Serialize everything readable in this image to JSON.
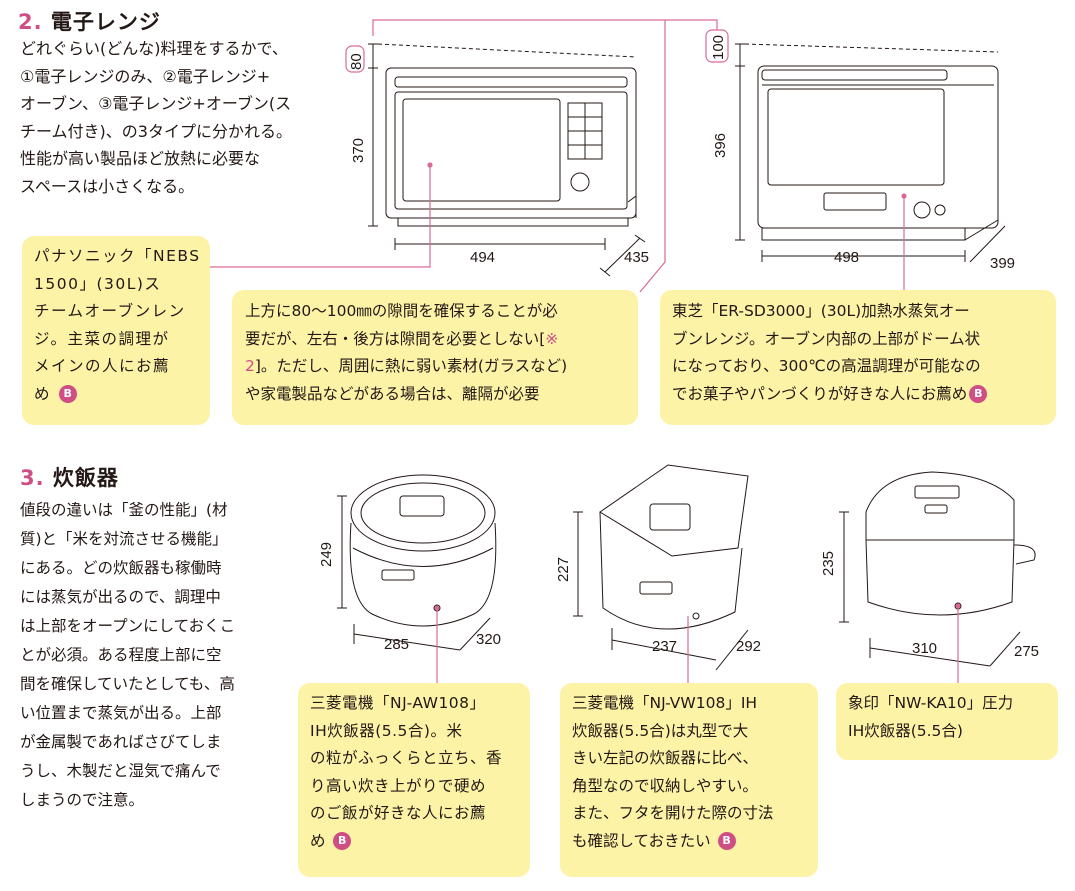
{
  "colors": {
    "accent": "#cf4f85",
    "note_bg": "#fcf3a7",
    "line": "#231815",
    "leader": "#d96a98"
  },
  "microwave": {
    "heading_num": "2.",
    "heading_title": "電子レンジ",
    "body_lines": [
      "どれぐらい(どんな)料理をするかで、",
      "①電子レンジのみ、②電子レンジ+",
      "オーブン、③電子レンジ+オーブン(ス",
      "チーム付き)、の3タイプに分かれる。",
      "性能が高い製品ほど放熱に必要な",
      "スペースは小さくなる。"
    ],
    "note_panasonic_lines": [
      "パナソニック「NEBS",
      "1500」(30L)ス",
      "チームオーブンレン",
      "ジ。主菜の調理が",
      "メインの人にお薦"
    ],
    "note_panasonic_last": "め",
    "note_clearance_lines": [
      "上方に80～100㎜の隙間を確保することが必",
      "要だが、左右・後方は隙間を必要としない["
    ],
    "note_clearance_ref1": "※",
    "note_clearance_ref2": "2",
    "note_clearance_mid": "]。ただし、周囲に熱に弱い素材(ガラスなど)",
    "note_clearance_last": "や家電製品などがある場合は、離隔が必要",
    "note_toshiba_lines": [
      "東芝「ER-SD3000」(30L)加熱水蒸気オー",
      "ブンレンジ。オーブン内部の上部がドーム状",
      "になっており、300℃の高温調理が可能なの"
    ],
    "note_toshiba_last": "でお菓子やパンづくりが好きな人にお薦め",
    "dim_top_a": "80",
    "dim_top_b": "100",
    "dims_a": {
      "h": "370",
      "w": "494",
      "d": "435"
    },
    "dims_b": {
      "h": "396",
      "w": "498",
      "d": "399"
    }
  },
  "ricecooker": {
    "heading_num": "3.",
    "heading_title": "炊飯器",
    "body_lines": [
      "値段の違いは「釜の性能」(材",
      "質)と「米を対流させる機能」",
      "にある。どの炊飯器も稼働時",
      "には蒸気が出るので、調理中",
      "は上部をオープンにしておくこ",
      "とが必須。ある程度上部に空",
      "間を確保していたとしても、高",
      "い位置まで蒸気が出る。上部",
      "が金属製であればさびてしま",
      "うし、木製だと湿気で痛んで",
      "しまうので注意。"
    ],
    "note_aw_lines": [
      "三菱電機「NJ-AW108」",
      "IH炊飯器(5.5合)。米",
      "の粒がふっくらと立ち、香",
      "り高い炊き上がりで硬め",
      "のご飯が好きな人にお薦"
    ],
    "note_aw_last": "め",
    "note_vw_lines": [
      "三菱電機「NJ-VW108」IH",
      "炊飯器(5.5合)は丸型で大",
      "きい左記の炊飯器に比べ、",
      "角型なので収納しやすい。",
      "また、フタを開けた際の寸法"
    ],
    "note_vw_last": "も確認しておきたい",
    "note_ka_lines": [
      "象印「NW-KA10」圧力",
      "IH炊飯器(5.5合)"
    ],
    "badge": "B",
    "dims_aw": {
      "h": "249",
      "w": "285",
      "d": "320"
    },
    "dims_vw": {
      "h": "227",
      "w": "237",
      "d": "292"
    },
    "dims_ka": {
      "h": "235",
      "w": "310",
      "d": "275"
    }
  }
}
